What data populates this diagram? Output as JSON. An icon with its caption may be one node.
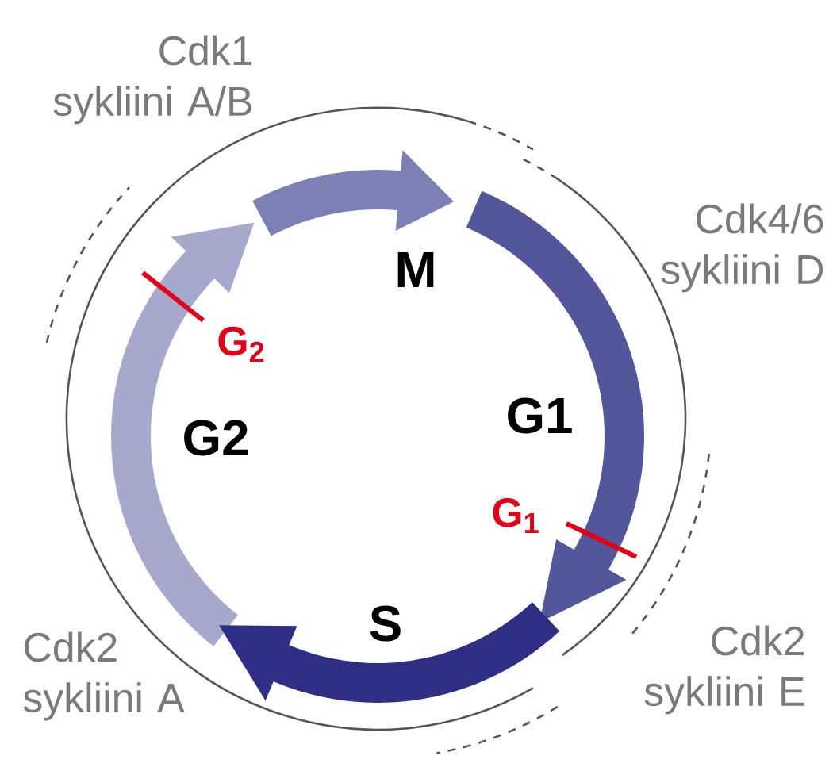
{
  "diagram": {
    "labels": [
      "Cdk1 sykliini A/B",
      "Cdk4/6 sykliini D",
      "M",
      "G$_{2}$",
      "G1",
      "G2",
      "G$_{1}$",
      "Cdk2 sykliini A",
      "S",
      "Cdk2 sykliini E"
    ]
  }
}
